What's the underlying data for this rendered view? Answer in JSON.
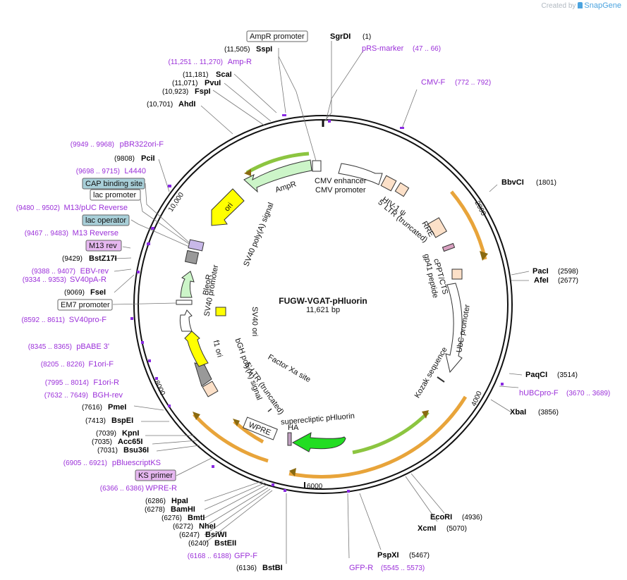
{
  "credit": {
    "prefix": "Created by",
    "brand": "SnapGene"
  },
  "plasmid": {
    "name": "FUGW-VGAT-pHluorin",
    "length": "11,621 bp"
  },
  "ticks": [
    "2000",
    "4000",
    "6000",
    "8000",
    "10,000"
  ],
  "sites_right": [
    {
      "name": "SgrDI",
      "pos": "(1)"
    },
    {
      "name": "BbvCI",
      "pos": "(1801)"
    },
    {
      "name": "PacI",
      "pos": "(2598)"
    },
    {
      "name": "AfeI",
      "pos": "(2677)"
    },
    {
      "name": "PaqCI",
      "pos": "(3514)"
    },
    {
      "name": "XbaI",
      "pos": "(3856)"
    },
    {
      "name": "EcoRI",
      "pos": "(4936)"
    },
    {
      "name": "XcmI",
      "pos": "(5070)"
    },
    {
      "name": "PspXI",
      "pos": "(5467)"
    }
  ],
  "sites_left": [
    {
      "name": "SspI",
      "pos": "(11,505)"
    },
    {
      "name": "ScaI",
      "pos": "(11,181)"
    },
    {
      "name": "PvuI",
      "pos": "(11,071)"
    },
    {
      "name": "FspI",
      "pos": "(10,923)"
    },
    {
      "name": "AhdI",
      "pos": "(10,701)"
    },
    {
      "name": "PciI",
      "pos": "(9808)"
    },
    {
      "name": "BstZ17I",
      "pos": "(9429)"
    },
    {
      "name": "FseI",
      "pos": "(9069)"
    },
    {
      "name": "PmeI",
      "pos": "(7616)"
    },
    {
      "name": "BspEI",
      "pos": "(7413)"
    },
    {
      "name": "KpnI",
      "pos": "(7039)"
    },
    {
      "name": "Acc65I",
      "pos": "(7035)"
    },
    {
      "name": "Bsu36I",
      "pos": "(7031)"
    },
    {
      "name": "HpaI",
      "pos": "(6286)"
    },
    {
      "name": "BamHI",
      "pos": "(6278)"
    },
    {
      "name": "BmtI",
      "pos": "(6276)"
    },
    {
      "name": "NheI",
      "pos": "(6272)"
    },
    {
      "name": "BsiWI",
      "pos": "(6247)"
    },
    {
      "name": "BstEII",
      "pos": "(6240)"
    },
    {
      "name": "BstBI",
      "pos": "(6136)"
    }
  ],
  "primers_right": [
    {
      "name": "pRS-marker",
      "range": "(47 .. 66)"
    },
    {
      "name": "CMV-F",
      "range": "(772 .. 792)"
    },
    {
      "name": "hUBCpro-F",
      "range": "(3670 .. 3689)"
    },
    {
      "name": "GFP-R",
      "range": "(5545 .. 5573)"
    }
  ],
  "primers_left": [
    {
      "name": "Amp-R",
      "range": "(11,251 .. 11,270)"
    },
    {
      "name": "pBR322ori-F",
      "range": "(9949 .. 9968)"
    },
    {
      "name": "L4440",
      "range": "(9698 .. 9715)"
    },
    {
      "name": "M13/pUC Reverse",
      "range": "(9480 .. 9502)"
    },
    {
      "name": "M13 Reverse",
      "range": "(9467 .. 9483)"
    },
    {
      "name": "EBV-rev",
      "range": "(9388 .. 9407)"
    },
    {
      "name": "SV40pA-R",
      "range": "(9334 .. 9353)"
    },
    {
      "name": "SV40pro-F",
      "range": "(8592 .. 8611)"
    },
    {
      "name": "pBABE 3'",
      "range": "(8345 .. 8365)"
    },
    {
      "name": "F1ori-F",
      "range": "(8205 .. 8226)"
    },
    {
      "name": "F1ori-R",
      "range": "(7995 .. 8014)"
    },
    {
      "name": "BGH-rev",
      "range": "(7632 .. 7649)"
    },
    {
      "name": "pBluescriptKS",
      "range": "(6905 .. 6921)"
    },
    {
      "name": "WPRE-R",
      "range": "(6366 .. 6386)"
    },
    {
      "name": "GFP-F",
      "range": "(6168 .. 6188)"
    }
  ],
  "boxed_labels": {
    "ampr_promoter": "AmpR promoter",
    "cap_site": "CAP binding site",
    "lac_promoter": "lac promoter",
    "lac_operator": "lac operator",
    "m13_rev": "M13 rev",
    "em7_promoter": "EM7 promoter",
    "ks_primer": "KS primer"
  },
  "features": {
    "ampr": "AmpR",
    "cmv_enhancer": "CMV enhancer",
    "cmv_promoter": "CMV promoter",
    "hiv_psi": "HIV-1 ψ",
    "ltr5": "5' LTR (truncated)",
    "rre": "RRE",
    "cppt": "cPPT/CTS",
    "gp41": "gp41 peptide",
    "ubc": "UbC promoter",
    "kozak": "Kozak sequence",
    "phluorin": "superecliptic pHluorin",
    "ha": "HA",
    "wpre": "WPRE",
    "factorxa": "Factor Xa site",
    "ltr5b": "5' LTR (truncated)",
    "bgh": "bGH poly(A) signal",
    "f1": "f1 ori",
    "sv40ori": "SV40 ori",
    "sv40pro": "SV40 promoter",
    "bleor": "BleoR",
    "sv40pa": "SV40 poly(A) signal",
    "ori": "ori"
  },
  "colors": {
    "site_text": "#000000",
    "primer_text": "#9b30d9",
    "primer_mark": "#8a2be2",
    "cap_box": "#a8cfd8",
    "m13_box": "#e6b8f0",
    "ampr_fill": "#ccf5c8",
    "ori_fill": "#ffff00",
    "orange": "#e8a43a",
    "green_hl": "#8cc540",
    "phluorin": "#22dd22",
    "ltr_fill": "#fce0c8",
    "grey_fill": "#999999"
  }
}
